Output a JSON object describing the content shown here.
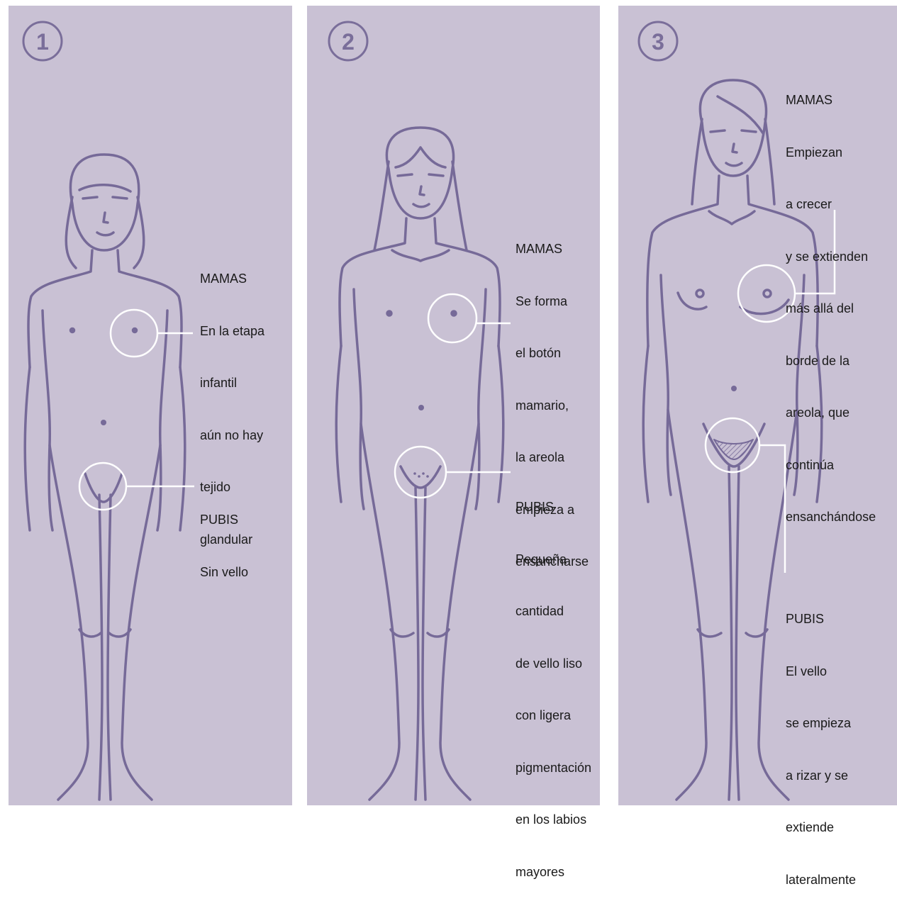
{
  "colors": {
    "panel_bg": "#c9c1d4",
    "line": "#766a98",
    "circle": "#ffffff",
    "text": "#1a1a1a"
  },
  "stages": [
    {
      "number": "1",
      "breast": {
        "title": "MAMAS",
        "lines": [
          "En la etapa",
          "infantil",
          "aún no hay",
          "tejido",
          "glandular"
        ]
      },
      "pubis": {
        "title": "PUBIS",
        "lines": [
          "Sin vello"
        ]
      }
    },
    {
      "number": "2",
      "breast": {
        "title": "MAMAS",
        "lines": [
          "Se forma",
          "el botón",
          "mamario,",
          "la areola",
          "empieza a",
          "ensancharse"
        ]
      },
      "pubis": {
        "title": "PUBIS",
        "lines": [
          "Pequeña",
          "cantidad",
          "de vello liso",
          "con ligera",
          "pigmentación",
          "en los labios",
          "mayores"
        ]
      }
    },
    {
      "number": "3",
      "breast": {
        "title": "MAMAS",
        "lines": [
          "Empiezan",
          "a crecer",
          "y se extienden",
          "más allá del",
          "borde de la",
          "areola, que",
          "continúa",
          "ensanchándose"
        ]
      },
      "pubis": {
        "title": "PUBIS",
        "lines": [
          "El vello",
          "se empieza",
          "a rizar y se",
          "extiende",
          "lateralmente"
        ]
      }
    }
  ]
}
